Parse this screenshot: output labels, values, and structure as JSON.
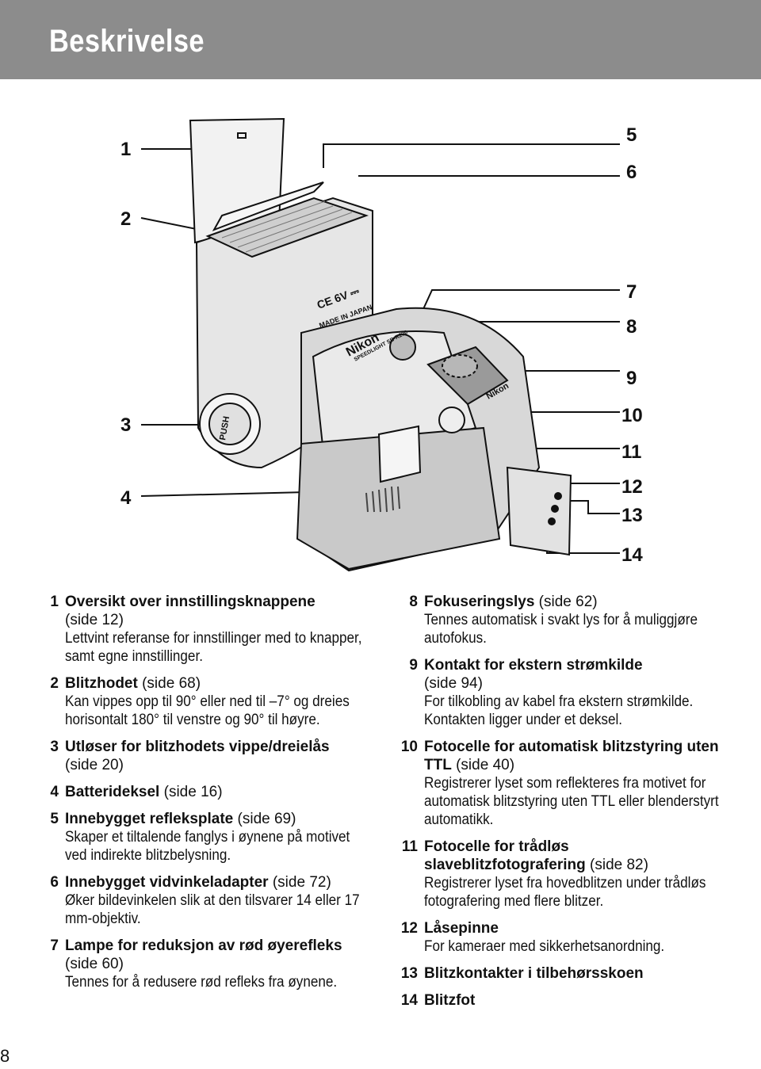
{
  "header": {
    "title": "Beskrivelse"
  },
  "figure": {
    "callouts": [
      "1",
      "2",
      "3",
      "4",
      "5",
      "6",
      "7",
      "8",
      "9",
      "10",
      "11",
      "12",
      "13",
      "14"
    ],
    "labels": {
      "ce": "CE 6V ⎓",
      "made_in": "MADE IN JAPAN",
      "brand": "Nikon",
      "model": "SPEEDLIGHT SB-R200",
      "push": "PUSH",
      "nikon_tab": "Nikon"
    }
  },
  "items": [
    {
      "num": "1",
      "title": "Oversikt over innstillingsknappene",
      "ref": "(side 12)",
      "desc": "Lettvint referanse for innstillinger med to knapper, samt egne innstillinger."
    },
    {
      "num": "2",
      "title": "Blitzhodet",
      "ref": "(side 68)",
      "desc": "Kan vippes opp til 90° eller ned til –7° og dreies horisontalt 180° til venstre og 90° til høyre."
    },
    {
      "num": "3",
      "title": "Utløser for blitzhodets vippe/dreielås",
      "ref": "(side 20)",
      "desc": ""
    },
    {
      "num": "4",
      "title": "Batterideksel",
      "ref": "(side 16)",
      "desc": ""
    },
    {
      "num": "5",
      "title": "Innebygget refleksplate",
      "ref": "(side 69)",
      "desc": "Skaper et tiltalende fanglys i øynene på motivet ved indirekte blitzbelysning."
    },
    {
      "num": "6",
      "title": "Innebygget vidvinkeladapter",
      "ref": "(side 72)",
      "desc": "Øker bildevinkelen slik at den tilsvarer 14 eller 17 mm-objektiv."
    },
    {
      "num": "7",
      "title": "Lampe for reduksjon av rød øyerefleks",
      "ref": "(side 60)",
      "desc": "Tennes for å redusere rød refleks fra øynene."
    },
    {
      "num": "8",
      "title": "Fokuseringslys",
      "ref": "(side 62)",
      "desc": "Tennes automatisk i svakt lys for å muliggjøre autofokus."
    },
    {
      "num": "9",
      "title": "Kontakt for ekstern strømkilde",
      "ref": "(side 94)",
      "desc": "For tilkobling av kabel fra ekstern strømkilde. Kontakten ligger under et deksel."
    },
    {
      "num": "10",
      "title": "Fotocelle for automatisk blitzstyring uten TTL",
      "ref": "(side 40)",
      "desc": "Registrerer lyset som reflekteres fra motivet for automatisk blitzstyring uten TTL eller blenderstyrt automatikk."
    },
    {
      "num": "11",
      "title": "Fotocelle for trådløs slaveblitzfotografering",
      "ref": "(side 82)",
      "desc": "Registrerer lyset fra hovedblitzen under trådløs fotografering med flere blitzer."
    },
    {
      "num": "12",
      "title": "Låsepinne",
      "ref": "",
      "desc": "For kameraer med sikkerhetsanordning."
    },
    {
      "num": "13",
      "title": "Blitzkontakter i tilbehørsskoen",
      "ref": "",
      "desc": ""
    },
    {
      "num": "14",
      "title": "Blitzfot",
      "ref": "",
      "desc": ""
    }
  ],
  "footer": {
    "page_number": "8"
  }
}
